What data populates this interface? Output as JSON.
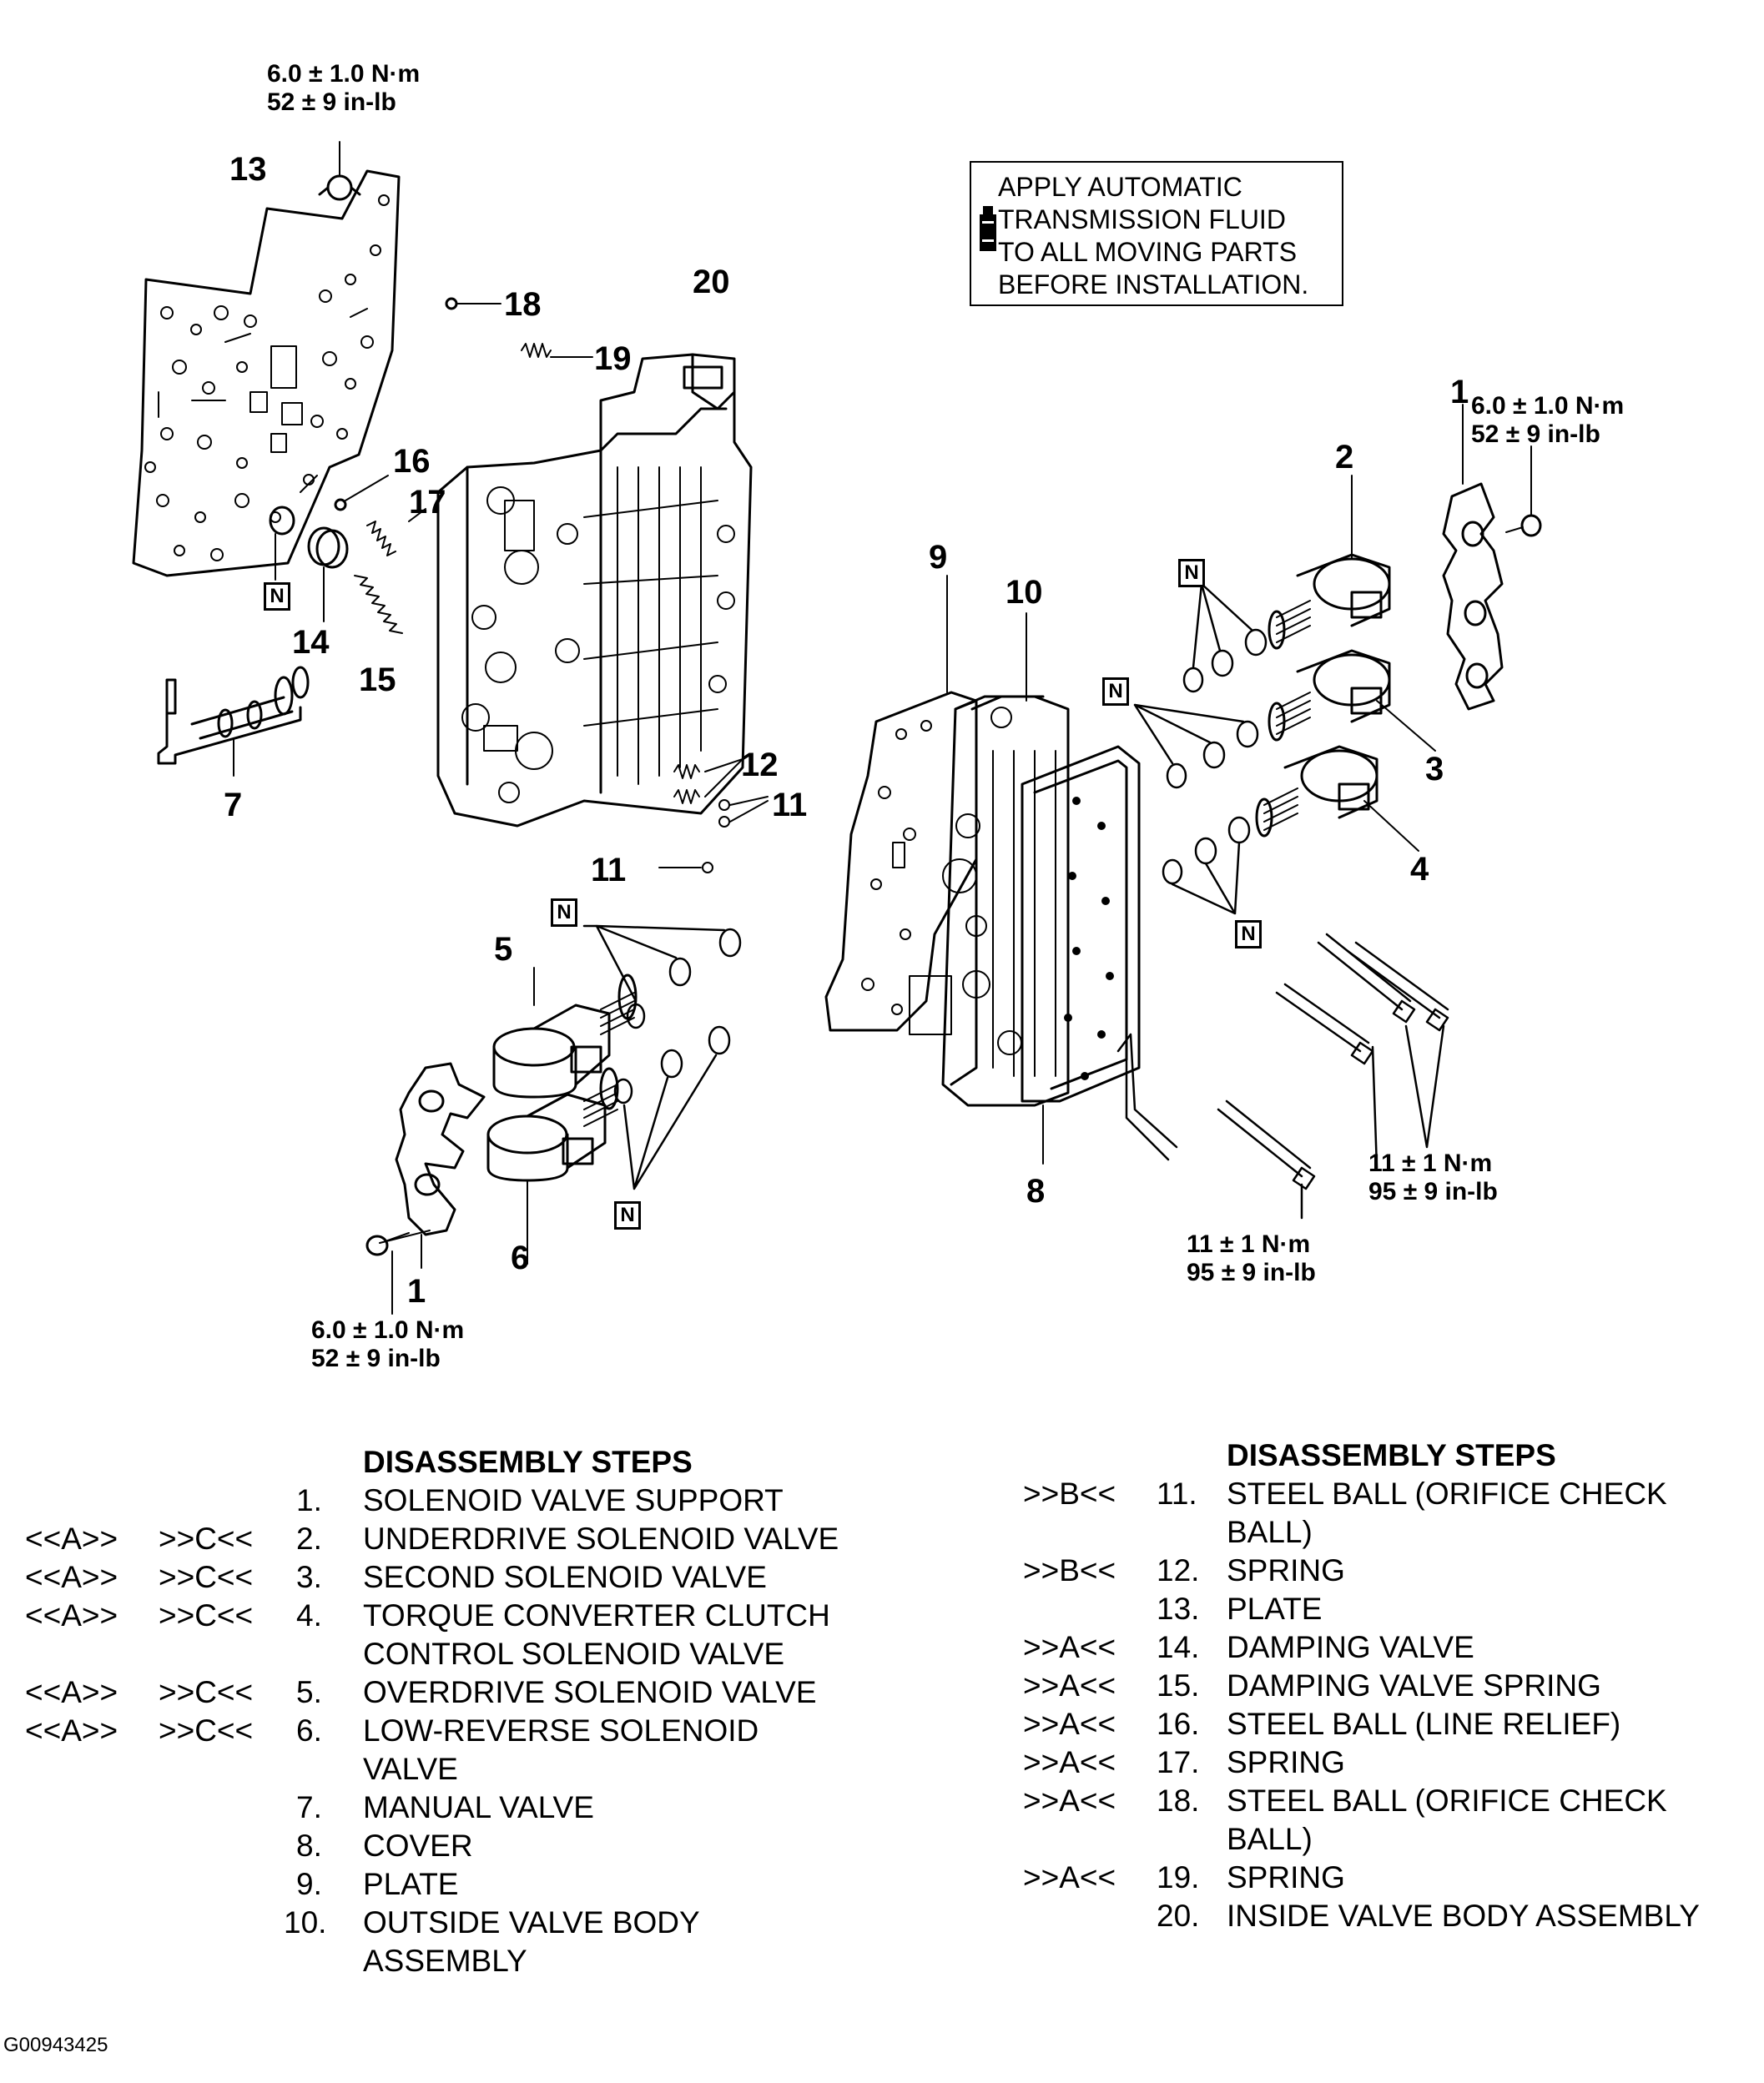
{
  "torque": {
    "t6_nm": "6.0 ± 1.0 N·m",
    "t6_inlb": "52 ± 9 in-lb",
    "t11_nm": "11 ± 1 N·m",
    "t11_inlb": "95 ± 9 in-lb"
  },
  "callouts": {
    "c1": "1",
    "c2": "2",
    "c3": "3",
    "c4": "4",
    "c5": "5",
    "c6": "6",
    "c7": "7",
    "c8": "8",
    "c9": "9",
    "c10": "10",
    "c11": "11",
    "c12": "12",
    "c13": "13",
    "c14": "14",
    "c15": "15",
    "c16": "16",
    "c17": "17",
    "c18": "18",
    "c19": "19",
    "c20": "20"
  },
  "new_part_marker": "N",
  "notice": {
    "text": "APPLY AUTOMATIC\nTRANSMISSION FLUID\nTO ALL MOVING PARTS\nBEFORE INSTALLATION.",
    "icon": "fluid-can-icon"
  },
  "steps_left": {
    "heading": "DISASSEMBLY STEPS",
    "items": [
      {
        "a": "",
        "b": "",
        "n": "1.",
        "name": "SOLENOID VALVE SUPPORT"
      },
      {
        "a": "<<A>>",
        "b": ">>C<<",
        "n": "2.",
        "name": "UNDERDRIVE SOLENOID VALVE"
      },
      {
        "a": "<<A>>",
        "b": ">>C<<",
        "n": "3.",
        "name": "SECOND SOLENOID VALVE"
      },
      {
        "a": "<<A>>",
        "b": ">>C<<",
        "n": "4.",
        "name": "TORQUE CONVERTER CLUTCH CONTROL SOLENOID VALVE"
      },
      {
        "a": "<<A>>",
        "b": ">>C<<",
        "n": "5.",
        "name": "OVERDRIVE SOLENOID VALVE"
      },
      {
        "a": "<<A>>",
        "b": ">>C<<",
        "n": "6.",
        "name": "LOW-REVERSE SOLENOID VALVE"
      },
      {
        "a": "",
        "b": "",
        "n": "7.",
        "name": "MANUAL VALVE"
      },
      {
        "a": "",
        "b": "",
        "n": "8.",
        "name": "COVER"
      },
      {
        "a": "",
        "b": "",
        "n": "9.",
        "name": "PLATE"
      },
      {
        "a": "",
        "b": "",
        "n": "10.",
        "name": "OUTSIDE VALVE BODY ASSEMBLY"
      }
    ]
  },
  "steps_right": {
    "heading": "DISASSEMBLY STEPS",
    "items": [
      {
        "a": ">>B<<",
        "n": "11.",
        "name": "STEEL BALL (ORIFICE CHECK BALL)"
      },
      {
        "a": ">>B<<",
        "n": "12.",
        "name": "SPRING"
      },
      {
        "a": "",
        "n": "13.",
        "name": "PLATE"
      },
      {
        "a": ">>A<<",
        "n": "14.",
        "name": "DAMPING VALVE"
      },
      {
        "a": ">>A<<",
        "n": "15.",
        "name": "DAMPING VALVE SPRING"
      },
      {
        "a": ">>A<<",
        "n": "16.",
        "name": "STEEL BALL (LINE RELIEF)"
      },
      {
        "a": ">>A<<",
        "n": "17.",
        "name": "SPRING"
      },
      {
        "a": ">>A<<",
        "n": "18.",
        "name": "STEEL BALL (ORIFICE CHECK BALL)"
      },
      {
        "a": ">>A<<",
        "n": "19.",
        "name": "SPRING"
      },
      {
        "a": "",
        "n": "20.",
        "name": "INSIDE VALVE BODY ASSEMBLY"
      }
    ]
  },
  "figure_id": "G00943425"
}
